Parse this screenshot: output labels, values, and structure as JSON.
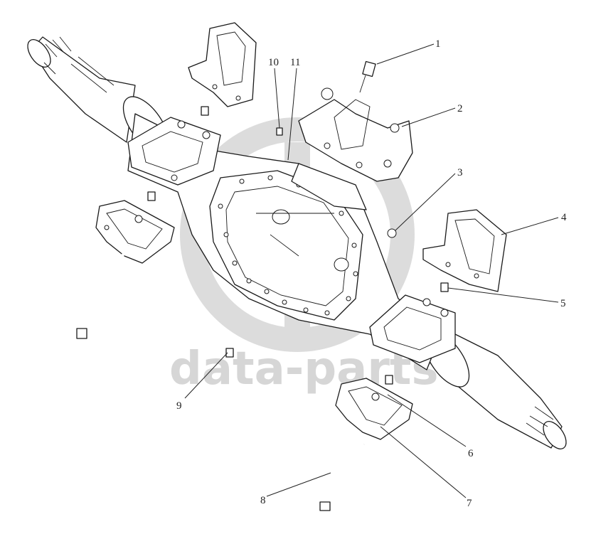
{
  "watermark": {
    "text": "data-parts"
  },
  "callouts": [
    {
      "id": "1",
      "label": "1"
    },
    {
      "id": "2",
      "label": "2"
    },
    {
      "id": "3",
      "label": "3"
    },
    {
      "id": "4",
      "label": "4"
    },
    {
      "id": "5",
      "label": "5"
    },
    {
      "id": "6",
      "label": "6"
    },
    {
      "id": "7",
      "label": "7"
    },
    {
      "id": "8",
      "label": "8"
    },
    {
      "id": "9",
      "label": "9"
    },
    {
      "id": "10",
      "label": "10"
    },
    {
      "id": "11",
      "label": "11"
    }
  ]
}
